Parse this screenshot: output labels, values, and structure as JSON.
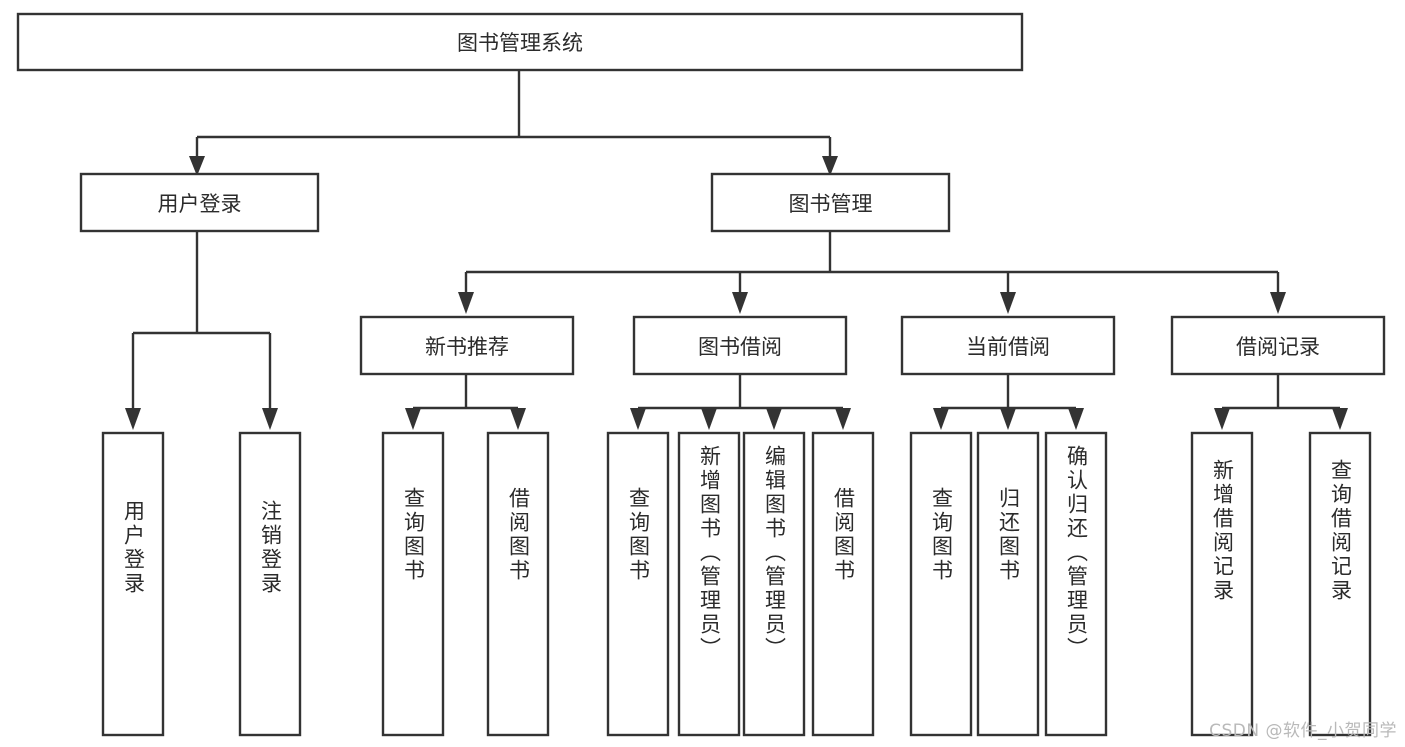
{
  "diagram": {
    "type": "hierarchy-tree",
    "title": "图书管理系统",
    "root": {
      "label": "图书管理系统"
    },
    "level1": [
      {
        "label": "用户登录"
      },
      {
        "label": "图书管理"
      }
    ],
    "level2": [
      {
        "label": "新书推荐"
      },
      {
        "label": "图书借阅"
      },
      {
        "label": "当前借阅"
      },
      {
        "label": "借阅记录"
      }
    ],
    "leaves": {
      "user_login": [
        {
          "label": "用户登录"
        },
        {
          "label": "注销登录"
        }
      ],
      "new_book_recommend": [
        {
          "label": "查询图书"
        },
        {
          "label": "借阅图书"
        }
      ],
      "book_borrow": [
        {
          "label": "查询图书"
        },
        {
          "label": "新增图书（管理员）"
        },
        {
          "label": "编辑图书（管理员）"
        },
        {
          "label": "借阅图书"
        }
      ],
      "current_borrow": [
        {
          "label": "查询图书"
        },
        {
          "label": "归还图书"
        },
        {
          "label": "确认归还（管理员）"
        }
      ],
      "borrow_record": [
        {
          "label": "新增借阅记录"
        },
        {
          "label": "查询借阅记录"
        }
      ]
    }
  },
  "watermark": {
    "text": "CSDN @软件_小贺同学"
  },
  "colors": {
    "background": "#ffffff",
    "box_stroke": "#333333",
    "box_fill": "#ffffff",
    "text": "#2b2b2b",
    "watermark": "#b9b9b9"
  }
}
